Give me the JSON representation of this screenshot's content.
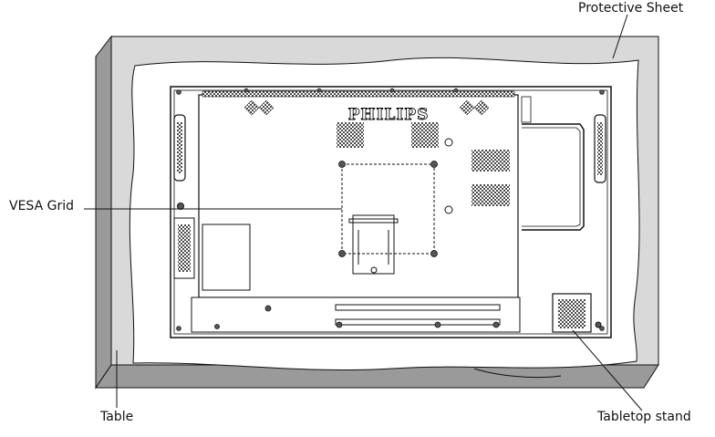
{
  "labels": {
    "protective_sheet": "Protective Sheet",
    "vesa_grid": "VESA Grid",
    "table": "Table",
    "tabletop_stand": "Tabletop stand"
  },
  "display": {
    "brand": "PHILIPS"
  },
  "colors": {
    "table_top": "#d9d9d9",
    "table_side": "#9a9a9a",
    "sheet": "#ffffff",
    "line": "#111111",
    "panel": "#ffffff"
  }
}
